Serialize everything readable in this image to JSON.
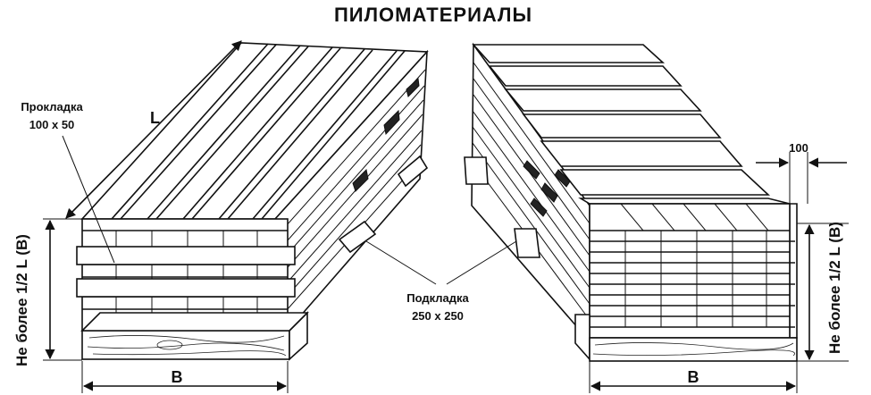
{
  "title": "ПИЛОМАТЕРИАЛЫ",
  "labels": {
    "spacer": "Прокладка",
    "spacer_size": "100 x 50",
    "support": "Подкладка",
    "support_size": "250 x 250",
    "length": "L",
    "width_left": "B",
    "width_right": "B",
    "offset": "100",
    "height_limit_left": "Не более 1/2 L (B)",
    "height_limit_right": "Не более 1/2 L (B)"
  }
}
